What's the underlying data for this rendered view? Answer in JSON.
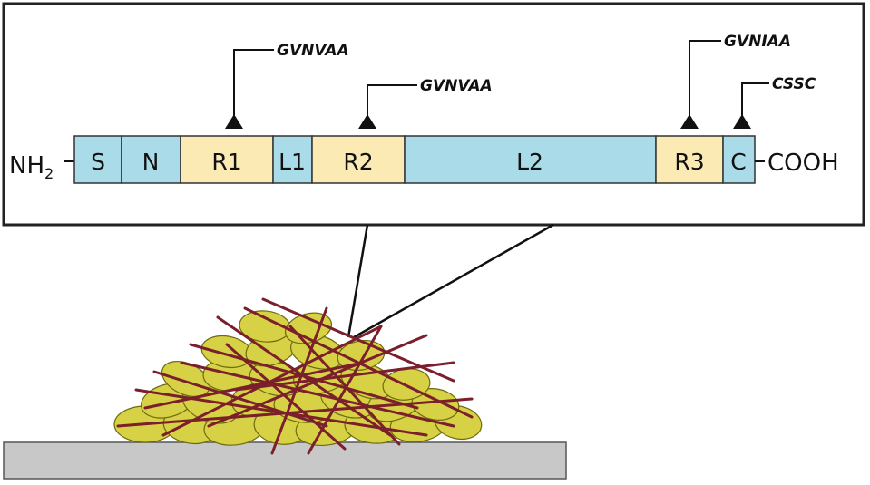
{
  "protein": {
    "n_terminus": "NH",
    "n_terminus_sub": "2",
    "c_terminus": "COOH",
    "domains": [
      {
        "label": "S",
        "kind": "linker"
      },
      {
        "label": "N",
        "kind": "linker"
      },
      {
        "label": "R1",
        "kind": "repeat"
      },
      {
        "label": "L1",
        "kind": "linker"
      },
      {
        "label": "R2",
        "kind": "repeat"
      },
      {
        "label": "L2",
        "kind": "linker"
      },
      {
        "label": "R3",
        "kind": "repeat"
      },
      {
        "label": "C",
        "kind": "linker"
      }
    ],
    "motifs": [
      {
        "label": "GVNVAA"
      },
      {
        "label": "GVNVAA"
      },
      {
        "label": "GVNIAA"
      },
      {
        "label": "CSSC"
      }
    ]
  },
  "colors": {
    "linker": "#a9dbe8",
    "repeat": "#fbeab3",
    "cell": "#d6d145",
    "cell_stroke": "#6f6b10",
    "fiber": "#7a1f2b",
    "surface": "#c8c8c8"
  }
}
